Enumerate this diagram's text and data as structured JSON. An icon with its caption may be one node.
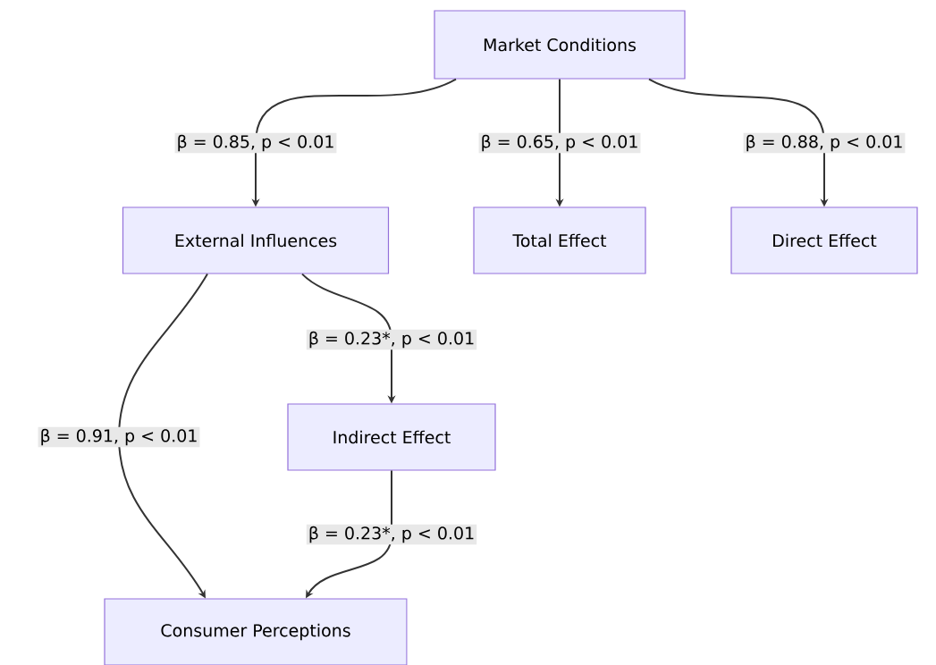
{
  "diagram": {
    "nodes": [
      {
        "text": [
          "Market Conditions"
        ]
      },
      {
        "text": [
          "External Influences"
        ]
      },
      {
        "text": [
          "Total Effect"
        ]
      },
      {
        "text": [
          "Direct Effect"
        ]
      },
      {
        "text": [
          "Indirect Effect"
        ]
      },
      {
        "text": [
          "Consumer Perceptions"
        ]
      }
    ],
    "edges": [
      {
        "from": 0,
        "to": 1,
        "arrow": "to",
        "label": "β = 0.85, p < 0.01"
      },
      {
        "from": 0,
        "to": 2,
        "arrow": "to",
        "label": "β = 0.65, p < 0.01"
      },
      {
        "from": 0,
        "to": 3,
        "arrow": "to",
        "label": "β = 0.88, p < 0.01"
      },
      {
        "from": 1,
        "to": 4,
        "arrow": "to",
        "label": "β = 0.23*, p < 0.01"
      },
      {
        "from": 1,
        "to": 5,
        "arrow": "to",
        "label": "β = 0.91, p < 0.01"
      },
      {
        "from": 4,
        "to": 5,
        "arrow": "to",
        "label": "β = 0.23*, p < 0.01"
      }
    ]
  }
}
